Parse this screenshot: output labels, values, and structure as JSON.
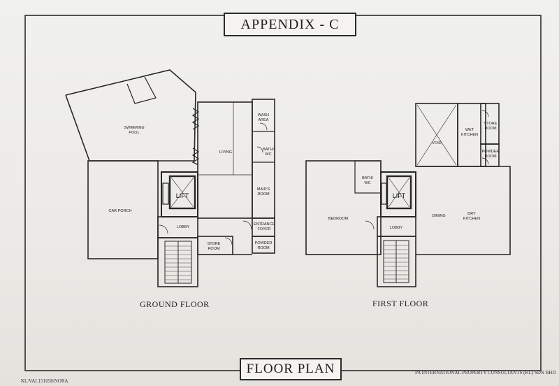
{
  "header": {
    "title": "APPENDIX - C"
  },
  "footer": {
    "title": "FLOOR PLAN"
  },
  "refs": {
    "left": "KL/VAL151058/NORA",
    "right": "PA INTERNATIONAL PROPERTY CONSULTANTS (KL) SDN BHD"
  },
  "ground_floor": {
    "caption": "GROUND FLOOR",
    "rooms": {
      "swimming_pool": [
        "SWIMMING",
        "POOL"
      ],
      "living": "LIVING",
      "wash_area": [
        "WASH",
        "AREA"
      ],
      "bath_wc": [
        "BATH/",
        "WC"
      ],
      "maids_room": [
        "MAID'S",
        "ROOM"
      ],
      "lift": "LIFT",
      "car_porch": "CAR PORCH",
      "lobby": "LOBBY",
      "entrance_foyer": [
        "ENTRANCE",
        "FOYER"
      ],
      "store_room": [
        "STORE",
        "ROOM"
      ],
      "powder_room": [
        "POWDER",
        "ROOM"
      ]
    }
  },
  "first_floor": {
    "caption": "FIRST FLOOR",
    "rooms": {
      "void": "VOID",
      "wet_kitchen": [
        "WET",
        "KITCHEN"
      ],
      "store_room": [
        "STORE",
        "ROOM"
      ],
      "powder_room": [
        "POWDER",
        "ROOM"
      ],
      "bath_wc": [
        "BATH/",
        "WC"
      ],
      "lift": "LIFT",
      "bedroom": "BEDROOM",
      "dining": "DINING",
      "dry_kitchen": [
        "DRY",
        "KITCHEN"
      ],
      "lobby": "LOBBY"
    }
  }
}
